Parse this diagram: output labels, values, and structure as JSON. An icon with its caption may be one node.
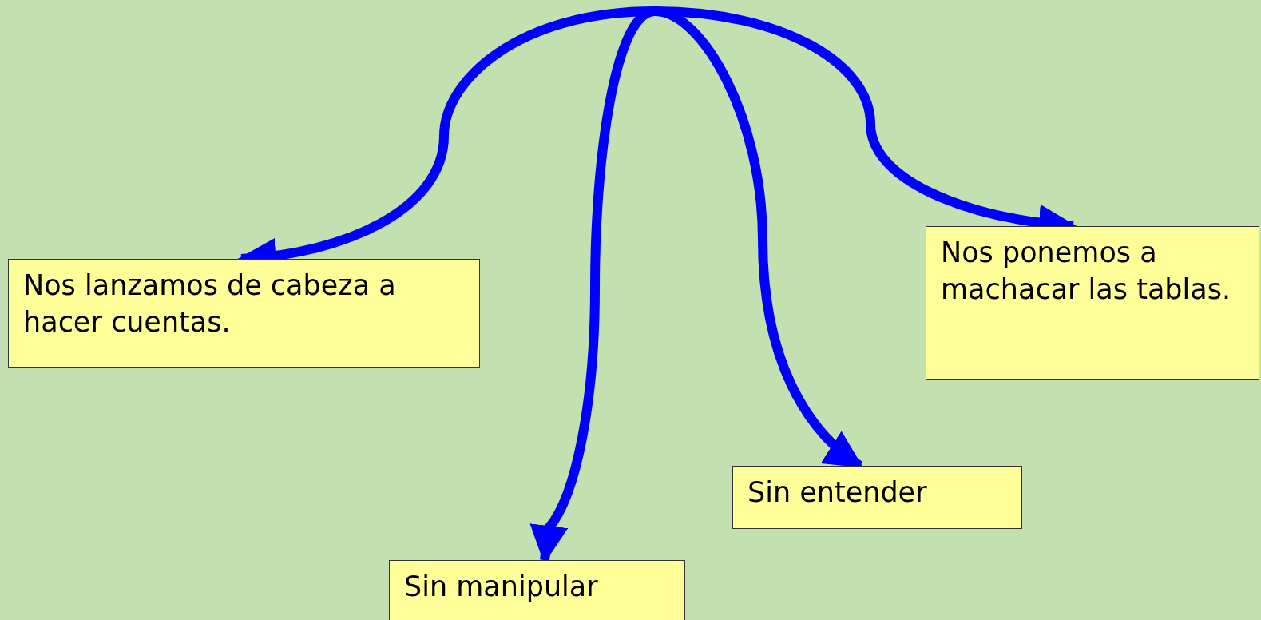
{
  "diagram": {
    "nodes": [
      {
        "text": [
          "Nos lanzamos de cabeza a hacer cuentas."
        ]
      },
      {
        "text": [
          "Nos ponemos a machacar las tablas."
        ]
      },
      {
        "text": [
          "Sin entender"
        ]
      },
      {
        "text": [
          "Sin manipular"
        ]
      }
    ],
    "edges": [
      {
        "from": null,
        "to": 0,
        "arrow": "to"
      },
      {
        "from": null,
        "to": 3,
        "arrow": "to"
      },
      {
        "from": null,
        "to": 2,
        "arrow": "to"
      },
      {
        "from": null,
        "to": 1,
        "arrow": "to"
      }
    ]
  }
}
